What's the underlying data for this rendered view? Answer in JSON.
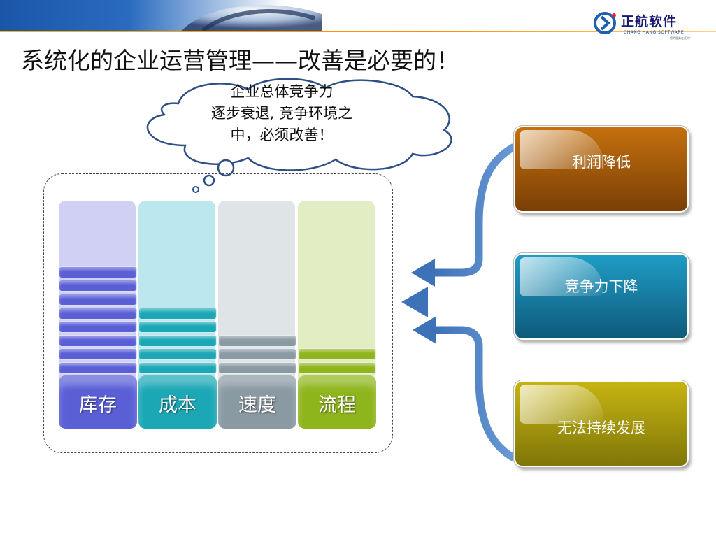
{
  "header": {
    "logo_name": "正航软件",
    "logo_sub": "CHANG HANG SOFTWARE",
    "logo_slogan": "您的服务在任何！"
  },
  "title": "系统化的企业运营管理——改善是必要的！",
  "thought": {
    "lines": [
      "企业总体竞争力",
      "逐步衰退, 竞争环境之",
      "中，必须改善！"
    ]
  },
  "columns": [
    {
      "label": "库存",
      "color": "#5a5fd6",
      "light": "#cfd0f3",
      "layers": 8
    },
    {
      "label": "成本",
      "color": "#1ba7b5",
      "light": "#bde7ee",
      "layers": 5
    },
    {
      "label": "速度",
      "color": "#8a9aa3",
      "light": "#dfe4e6",
      "layers": 3
    },
    {
      "label": "流程",
      "color": "#8fb51c",
      "light": "#e3edc4",
      "layers": 2
    }
  ],
  "effects": [
    {
      "label": "利润降低",
      "color_top": "#c4700e",
      "color_bottom": "#7a3f06"
    },
    {
      "label": "竞争力下降",
      "color_top": "#1f9dc6",
      "color_bottom": "#0f5a7a"
    },
    {
      "label": "无法持续发展",
      "color_top": "#c7b412",
      "color_bottom": "#7f7708"
    }
  ],
  "arrow_color": "#4a7fbf"
}
